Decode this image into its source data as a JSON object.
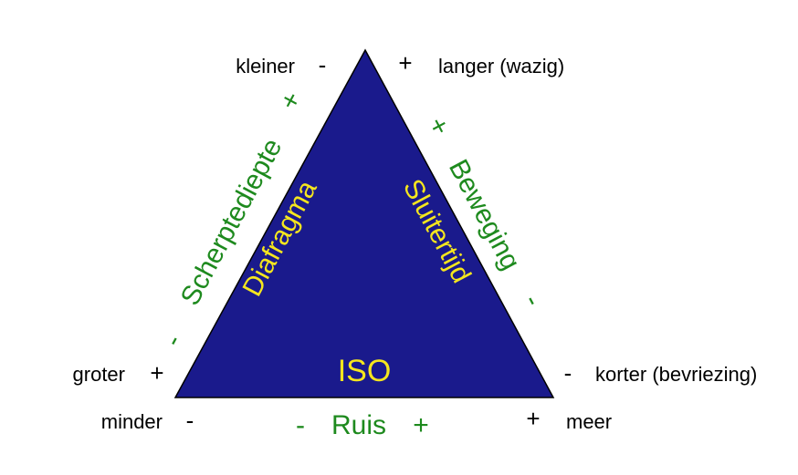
{
  "colors": {
    "triangle_fill": "#1a1a8c",
    "triangle_stroke": "#000000",
    "green_text": "#1e8a1e",
    "yellow_text": "#f5e61e",
    "black_text": "#000000",
    "background": "#ffffff"
  },
  "corners": {
    "top_left": "kleiner",
    "top_left_sign": "-",
    "top_right_sign": "+",
    "top_right": "langer (wazig)",
    "bottom_left_upper": "groter",
    "bottom_left_upper_sign": "+",
    "bottom_left_lower": "minder",
    "bottom_left_lower_sign": "-",
    "bottom_right_upper_sign": "-",
    "bottom_right_upper": "korter (bevriezing)",
    "bottom_right_lower_sign": "+",
    "bottom_right_lower": "meer"
  },
  "inner_labels": {
    "left": "Diafragma",
    "right": "Sluitertijd",
    "bottom": "ISO"
  },
  "outer_labels": {
    "left": "Scherptediepte",
    "left_plus": "+",
    "left_minus": "-",
    "right": "Beweging",
    "right_plus": "+",
    "right_minus": "-",
    "bottom": "Ruis",
    "bottom_minus": "-",
    "bottom_plus": "+"
  }
}
